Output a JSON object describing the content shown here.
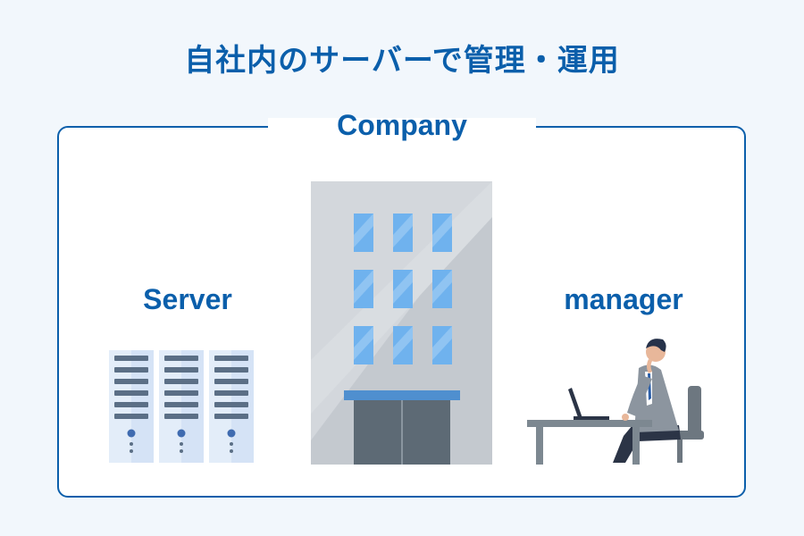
{
  "header": {
    "title": "自社内のサーバーで管理・運用"
  },
  "diagram": {
    "frame_label": "Company",
    "left_label": "Server",
    "right_label": "manager"
  },
  "colors": {
    "accent": "#0b5fab",
    "background": "#f2f7fc",
    "building": "#c9ced4",
    "window": "#5aa6e8",
    "server": "#cfe0f7",
    "door": "#5d6a75"
  },
  "icons": [
    "server-rack-icon",
    "office-building-icon",
    "businessman-at-desk-icon"
  ]
}
